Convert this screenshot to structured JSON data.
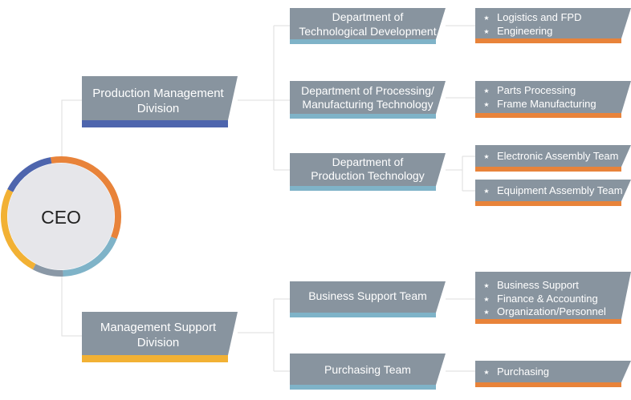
{
  "ceo": {
    "label": "CEO",
    "ring_colors": [
      "#e8833a",
      "#7fb3c8",
      "#8a98a6",
      "#f2b134",
      "#4e65ad"
    ]
  },
  "colors": {
    "box_fill": "#88949f",
    "text": "#ffffff",
    "production_accent": "#4e65ad",
    "support_accent": "#f2b134",
    "department_accent": "#7fb3c8",
    "item_accent": "#e8833a",
    "connector": "#dedede"
  },
  "divisions": [
    {
      "lines": [
        "Production Management",
        "Division"
      ],
      "accent": "production",
      "departments": [
        {
          "lines": [
            "Department of",
            "Technological Development"
          ],
          "items": [
            [
              "Logistics and FPD",
              "Engineering"
            ]
          ]
        },
        {
          "lines": [
            "Department of Processing/",
            "Manufacturing Technology"
          ],
          "items": [
            [
              "Parts Processing",
              "Frame Manufacturing"
            ]
          ]
        },
        {
          "lines": [
            "Department of",
            "Production Technology"
          ],
          "items": [
            [
              "Electronic Assembly Team"
            ],
            [
              "Equipment Assembly Team"
            ]
          ]
        }
      ]
    },
    {
      "lines": [
        "Management Support",
        "Division"
      ],
      "accent": "support",
      "departments": [
        {
          "lines": [
            "Business Support Team"
          ],
          "items": [
            [
              "Business Support",
              "Finance & Accounting",
              "Organization/Personnel"
            ]
          ]
        },
        {
          "lines": [
            "Purchasing Team"
          ],
          "items": [
            [
              "Purchasing"
            ]
          ]
        }
      ]
    }
  ],
  "bullet_icon": "star-icon"
}
